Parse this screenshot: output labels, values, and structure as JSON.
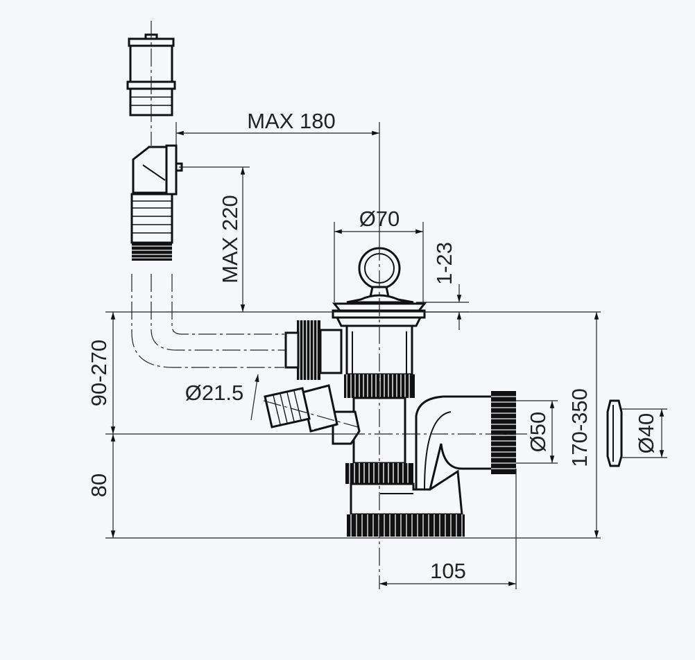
{
  "dimensions": {
    "max_reach": "MAX 180",
    "max_height": "MAX 220",
    "strainer_diameter": "Ø70",
    "strainer_adjust": "1-23",
    "hose_diameter": "Ø21.5",
    "inlet_height": "90-270",
    "base_height": "80",
    "outlet_diameter": "Ø50",
    "total_height": "170-350",
    "outlet_offset": "105",
    "seal_diameter": "Ø40"
  },
  "colors": {
    "background": "#f5f7fa",
    "line": "#111111"
  }
}
